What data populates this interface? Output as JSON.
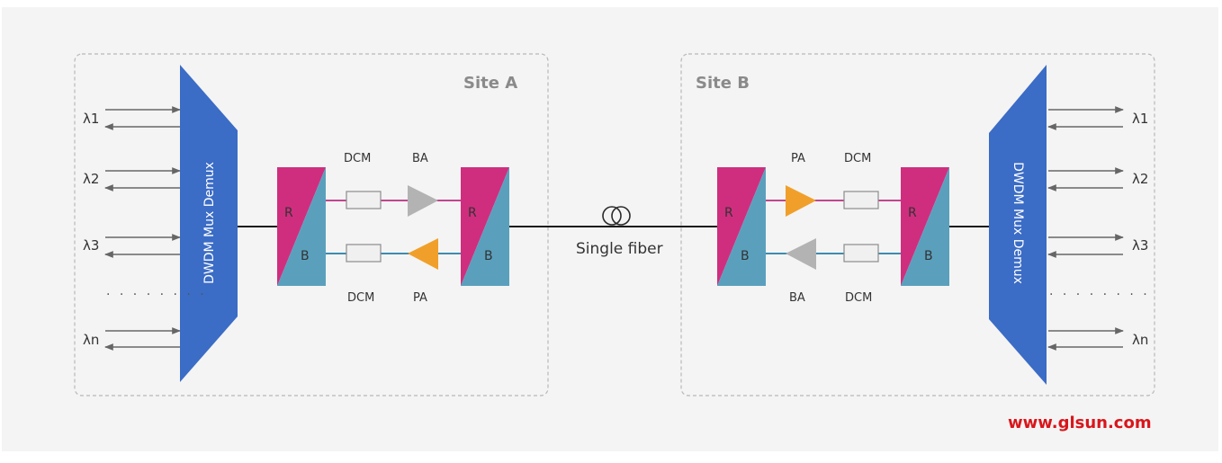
{
  "site_a": {
    "title": "Site A"
  },
  "site_b": {
    "title": "Site B"
  },
  "mux_label": "DWDM Mux Demux",
  "filter_labels": {
    "r": "R",
    "b": "B"
  },
  "channels": [
    "λ1",
    "λ2",
    "λ3",
    "λn"
  ],
  "channel_ellipsis": "· · · · · · · ·",
  "components": {
    "dcm": "DCM",
    "ba": "BA",
    "pa": "PA"
  },
  "fiber_label": "Single  fiber",
  "watermark": "www.glsun.com",
  "colors": {
    "mux": "#3b6cc6",
    "filter_r": "#cf2e7f",
    "filter_b": "#5aa0bd",
    "amp_active": "#f0a02a",
    "amp_idle": "#b3b3b3",
    "watermark": "#d9161b"
  }
}
